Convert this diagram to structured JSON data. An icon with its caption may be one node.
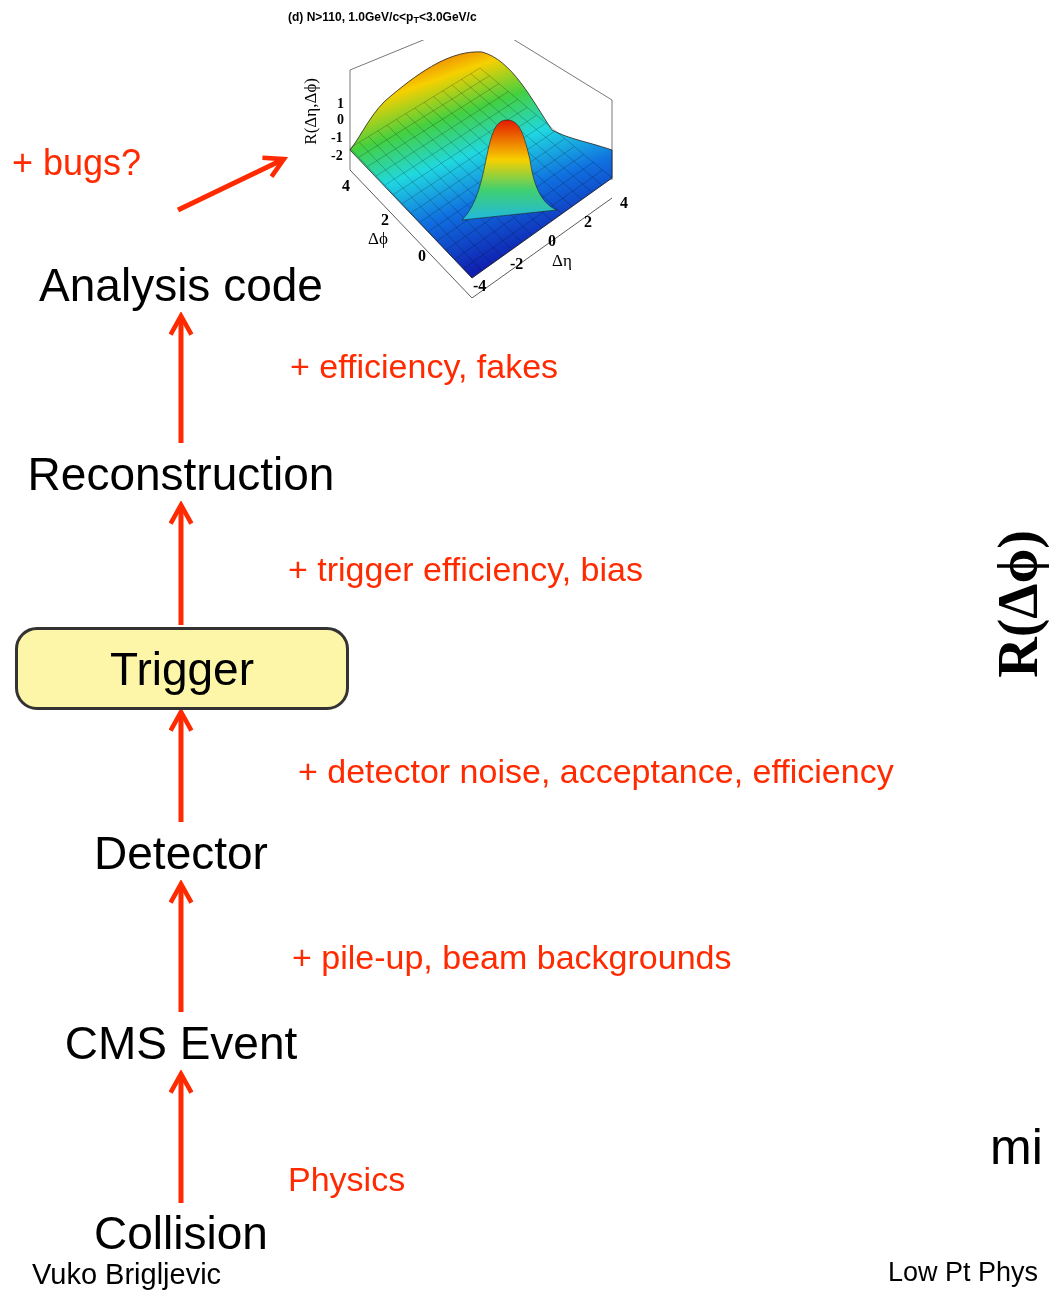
{
  "diagram": {
    "nodes": [
      {
        "text": [
          "Collision"
        ]
      },
      {
        "text": [
          "CMS Event"
        ]
      },
      {
        "text": [
          "Detector"
        ]
      },
      {
        "text": [
          "Trigger"
        ]
      },
      {
        "text": [
          "Reconstruction"
        ]
      },
      {
        "text": [
          "Analysis code"
        ]
      },
      {
        "text": [],
        "shape": "picture",
        "beside": [
          "(d) N>110, 1.0GeV/c<p$_{T}$<3.0GeV/c",
          "R(Δη,Δϕ)",
          "1",
          "0",
          "-1",
          "-2",
          "4",
          "2",
          "0",
          "Δϕ",
          "4",
          "2",
          "0",
          "-2",
          "-4",
          "Δη"
        ]
      }
    ],
    "edges": [
      {
        "from": 0,
        "to": 1,
        "arrow": "to",
        "label": "Physics"
      },
      {
        "from": 1,
        "to": 2,
        "arrow": "to",
        "label": "+ pile-up, beam backgrounds"
      },
      {
        "from": 2,
        "to": 3,
        "arrow": "to",
        "label": "+ detector noise, acceptance, efficiency"
      },
      {
        "from": 3,
        "to": 4,
        "arrow": "to",
        "label": "+ trigger efficiency, bias"
      },
      {
        "from": 4,
        "to": 5,
        "arrow": "to",
        "label": "+ efficiency, fakes"
      },
      {
        "from": null,
        "to": 6,
        "arrow": "to"
      }
    ],
    "labels": [
      "+ bugs?",
      "R(Δϕ)",
      "mi",
      "Vuko Brigljevic",
      "Low Pt Phys"
    ]
  }
}
